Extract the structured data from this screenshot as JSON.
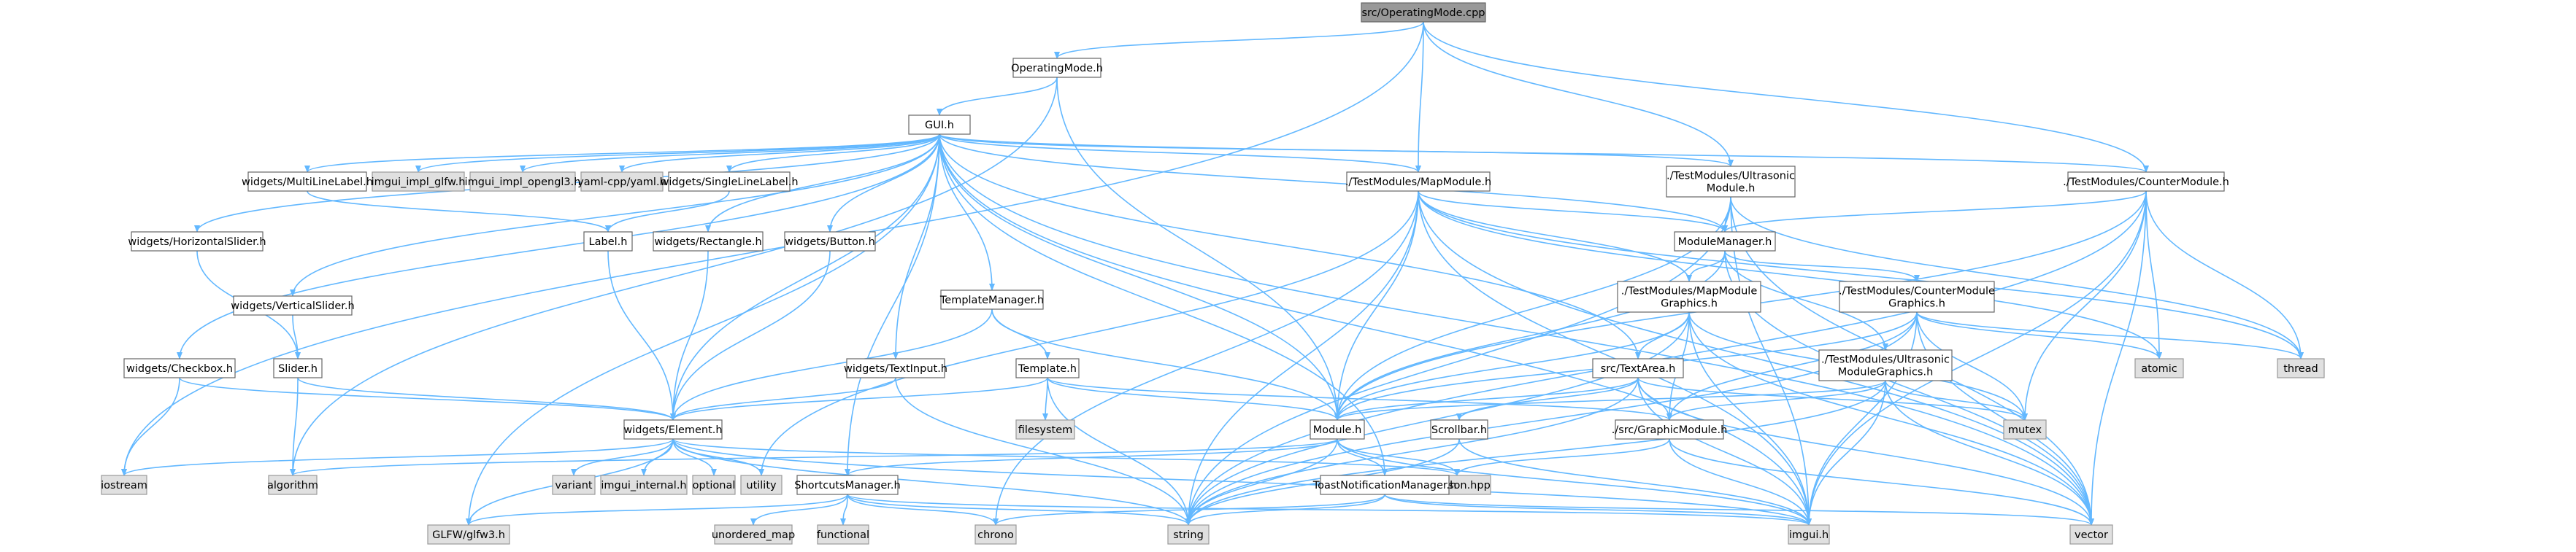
{
  "diagram": {
    "type": "include-dependency-graph",
    "colors": {
      "edge": "#63b8ff",
      "root_fill": "#999999",
      "local_fill": "#ffffff",
      "system_fill": "#e0e0e0",
      "border": "#666666"
    },
    "nodes": [
      {
        "id": "root",
        "label": "src/OperatingMode.cpp",
        "kind": "root"
      },
      {
        "id": "opmode",
        "label": "OperatingMode.h",
        "kind": "local"
      },
      {
        "id": "gui",
        "label": "GUI.h",
        "kind": "local"
      },
      {
        "id": "mlabel",
        "label": "widgets/MultiLineLabel.h",
        "kind": "local"
      },
      {
        "id": "glfwimpl",
        "label": "imgui_impl_glfw.h",
        "kind": "system"
      },
      {
        "id": "oglimpl",
        "label": "imgui_impl_opengl3.h",
        "kind": "system"
      },
      {
        "id": "yaml",
        "label": "yaml-cpp/yaml.h",
        "kind": "system"
      },
      {
        "id": "slabel",
        "label": "widgets/SingleLineLabel.h",
        "kind": "local"
      },
      {
        "id": "mapmod",
        "label": "./TestModules/MapModule.h",
        "kind": "local"
      },
      {
        "id": "ultramod",
        "label": "./TestModules/Ultrasonic\nModule.h",
        "kind": "local"
      },
      {
        "id": "countmod",
        "label": "./TestModules/CounterModule.h",
        "kind": "local"
      },
      {
        "id": "hslider",
        "label": "widgets/HorizontalSlider.h",
        "kind": "local"
      },
      {
        "id": "label",
        "label": "Label.h",
        "kind": "local"
      },
      {
        "id": "rect",
        "label": "widgets/Rectangle.h",
        "kind": "local"
      },
      {
        "id": "button",
        "label": "widgets/Button.h",
        "kind": "local"
      },
      {
        "id": "modmgr",
        "label": "ModuleManager.h",
        "kind": "local"
      },
      {
        "id": "vslider",
        "label": "widgets/VerticalSlider.h",
        "kind": "local"
      },
      {
        "id": "tplmgr",
        "label": "TemplateManager.h",
        "kind": "local"
      },
      {
        "id": "mapgfx",
        "label": "./TestModules/MapModule\nGraphics.h",
        "kind": "local"
      },
      {
        "id": "cntgfx",
        "label": "./TestModules/CounterModule\nGraphics.h",
        "kind": "local"
      },
      {
        "id": "checkbox",
        "label": "widgets/Checkbox.h",
        "kind": "local"
      },
      {
        "id": "slider",
        "label": "Slider.h",
        "kind": "local"
      },
      {
        "id": "textinput",
        "label": "widgets/TextInput.h",
        "kind": "local"
      },
      {
        "id": "template",
        "label": "Template.h",
        "kind": "local"
      },
      {
        "id": "textarea",
        "label": "src/TextArea.h",
        "kind": "local"
      },
      {
        "id": "ultragfx",
        "label": "./TestModules/Ultrasonic\nModuleGraphics.h",
        "kind": "local"
      },
      {
        "id": "atomic",
        "label": "atomic",
        "kind": "system"
      },
      {
        "id": "thread",
        "label": "thread",
        "kind": "system"
      },
      {
        "id": "element",
        "label": "widgets/Element.h",
        "kind": "local"
      },
      {
        "id": "filesystem",
        "label": "filesystem",
        "kind": "system"
      },
      {
        "id": "module",
        "label": "Module.h",
        "kind": "local"
      },
      {
        "id": "scrollbar",
        "label": "Scrollbar.h",
        "kind": "local"
      },
      {
        "id": "graphicmod",
        "label": "./src/GraphicModule.h",
        "kind": "local"
      },
      {
        "id": "mutex",
        "label": "mutex",
        "kind": "system"
      },
      {
        "id": "iostream",
        "label": "iostream",
        "kind": "system"
      },
      {
        "id": "algorithm",
        "label": "algorithm",
        "kind": "system"
      },
      {
        "id": "variant",
        "label": "variant",
        "kind": "system"
      },
      {
        "id": "imguiint",
        "label": "imgui_internal.h",
        "kind": "system"
      },
      {
        "id": "optional",
        "label": "optional",
        "kind": "system"
      },
      {
        "id": "utility",
        "label": "utility",
        "kind": "system"
      },
      {
        "id": "json",
        "label": "libs/json.hpp",
        "kind": "system"
      },
      {
        "id": "shortcuts",
        "label": "ShortcutsManager.h",
        "kind": "local"
      },
      {
        "id": "toast",
        "label": "ToastNotificationManager.h",
        "kind": "local"
      },
      {
        "id": "glfw3",
        "label": "GLFW/glfw3.h",
        "kind": "system"
      },
      {
        "id": "umap",
        "label": "unordered_map",
        "kind": "system"
      },
      {
        "id": "functional",
        "label": "functional",
        "kind": "system"
      },
      {
        "id": "chrono",
        "label": "chrono",
        "kind": "system"
      },
      {
        "id": "string",
        "label": "string",
        "kind": "system"
      },
      {
        "id": "imgui",
        "label": "imgui.h",
        "kind": "system"
      },
      {
        "id": "vector",
        "label": "vector",
        "kind": "system"
      }
    ],
    "edges": [
      [
        "root",
        "opmode"
      ],
      [
        "root",
        "mapmod"
      ],
      [
        "root",
        "ultramod"
      ],
      [
        "root",
        "countmod"
      ],
      [
        "root",
        "iostream"
      ],
      [
        "opmode",
        "gui"
      ],
      [
        "opmode",
        "module"
      ],
      [
        "opmode",
        "algorithm"
      ],
      [
        "gui",
        "mlabel"
      ],
      [
        "gui",
        "glfwimpl"
      ],
      [
        "gui",
        "oglimpl"
      ],
      [
        "gui",
        "yaml"
      ],
      [
        "gui",
        "slabel"
      ],
      [
        "gui",
        "mapmod"
      ],
      [
        "gui",
        "ultramod"
      ],
      [
        "gui",
        "countmod"
      ],
      [
        "gui",
        "hslider"
      ],
      [
        "gui",
        "rect"
      ],
      [
        "gui",
        "button"
      ],
      [
        "gui",
        "modmgr"
      ],
      [
        "gui",
        "vslider"
      ],
      [
        "gui",
        "tplmgr"
      ],
      [
        "gui",
        "checkbox"
      ],
      [
        "gui",
        "textinput"
      ],
      [
        "gui",
        "textarea"
      ],
      [
        "gui",
        "element"
      ],
      [
        "gui",
        "module"
      ],
      [
        "gui",
        "shortcuts"
      ],
      [
        "gui",
        "toast"
      ],
      [
        "gui",
        "glfw3"
      ],
      [
        "gui",
        "imgui"
      ],
      [
        "gui",
        "vector"
      ],
      [
        "mlabel",
        "label"
      ],
      [
        "slabel",
        "label"
      ],
      [
        "hslider",
        "slider"
      ],
      [
        "vslider",
        "slider"
      ],
      [
        "label",
        "element"
      ],
      [
        "rect",
        "element"
      ],
      [
        "button",
        "element"
      ],
      [
        "checkbox",
        "element"
      ],
      [
        "checkbox",
        "iostream"
      ],
      [
        "slider",
        "element"
      ],
      [
        "slider",
        "algorithm"
      ],
      [
        "textinput",
        "element"
      ],
      [
        "textinput",
        "string"
      ],
      [
        "tplmgr",
        "template"
      ],
      [
        "tplmgr",
        "element"
      ],
      [
        "tplmgr",
        "module"
      ],
      [
        "template",
        "element"
      ],
      [
        "template",
        "filesystem"
      ],
      [
        "template",
        "string"
      ],
      [
        "template",
        "graphicmod"
      ],
      [
        "template",
        "module"
      ],
      [
        "mapmod",
        "modmgr"
      ],
      [
        "mapmod",
        "module"
      ],
      [
        "mapmod",
        "mapgfx"
      ],
      [
        "mapmod",
        "utility"
      ],
      [
        "mapmod",
        "chrono"
      ],
      [
        "mapmod",
        "string"
      ],
      [
        "mapmod",
        "thread"
      ],
      [
        "mapmod",
        "atomic"
      ],
      [
        "mapmod",
        "imgui"
      ],
      [
        "mapmod",
        "vector"
      ],
      [
        "ultramod",
        "modmgr"
      ],
      [
        "ultramod",
        "module"
      ],
      [
        "ultramod",
        "thread"
      ],
      [
        "ultramod",
        "imgui"
      ],
      [
        "ultramod",
        "vector"
      ],
      [
        "ultramod",
        "string"
      ],
      [
        "countmod",
        "modmgr"
      ],
      [
        "countmod",
        "module"
      ],
      [
        "countmod",
        "atomic"
      ],
      [
        "countmod",
        "thread"
      ],
      [
        "countmod",
        "mutex"
      ],
      [
        "countmod",
        "imgui"
      ],
      [
        "countmod",
        "vector"
      ],
      [
        "countmod",
        "string"
      ],
      [
        "modmgr",
        "mapgfx"
      ],
      [
        "modmgr",
        "cntgfx"
      ],
      [
        "modmgr",
        "ultragfx"
      ],
      [
        "modmgr",
        "module"
      ],
      [
        "modmgr",
        "vector"
      ],
      [
        "mapgfx",
        "textarea"
      ],
      [
        "mapgfx",
        "graphicmod"
      ],
      [
        "mapgfx",
        "module"
      ],
      [
        "mapgfx",
        "mutex"
      ],
      [
        "mapgfx",
        "imgui"
      ],
      [
        "mapgfx",
        "vector"
      ],
      [
        "mapgfx",
        "string"
      ],
      [
        "cntgfx",
        "graphicmod"
      ],
      [
        "cntgfx",
        "module"
      ],
      [
        "cntgfx",
        "mutex"
      ],
      [
        "cntgfx",
        "atomic"
      ],
      [
        "cntgfx",
        "thread"
      ],
      [
        "cntgfx",
        "imgui"
      ],
      [
        "cntgfx",
        "vector"
      ],
      [
        "cntgfx",
        "string"
      ],
      [
        "ultragfx",
        "graphicmod"
      ],
      [
        "ultragfx",
        "module"
      ],
      [
        "ultragfx",
        "mutex"
      ],
      [
        "ultragfx",
        "imgui"
      ],
      [
        "ultragfx",
        "vector"
      ],
      [
        "ultragfx",
        "string"
      ],
      [
        "textarea",
        "module"
      ],
      [
        "textarea",
        "scrollbar"
      ],
      [
        "textarea",
        "graphicmod"
      ],
      [
        "textarea",
        "mutex"
      ],
      [
        "textarea",
        "imgui"
      ],
      [
        "textarea",
        "vector"
      ],
      [
        "textarea",
        "string"
      ],
      [
        "element",
        "glfw3"
      ],
      [
        "element",
        "variant"
      ],
      [
        "element",
        "imguiint"
      ],
      [
        "element",
        "optional"
      ],
      [
        "element",
        "utility"
      ],
      [
        "element",
        "json"
      ],
      [
        "element",
        "imgui"
      ],
      [
        "element",
        "string"
      ],
      [
        "element",
        "iostream"
      ],
      [
        "module",
        "shortcuts"
      ],
      [
        "module",
        "toast"
      ],
      [
        "module",
        "json"
      ],
      [
        "module",
        "imgui"
      ],
      [
        "module",
        "string"
      ],
      [
        "module",
        "algorithm"
      ],
      [
        "scrollbar",
        "imgui"
      ],
      [
        "scrollbar",
        "string"
      ],
      [
        "graphicmod",
        "imgui"
      ],
      [
        "graphicmod",
        "json"
      ],
      [
        "graphicmod",
        "vector"
      ],
      [
        "shortcuts",
        "umap"
      ],
      [
        "shortcuts",
        "functional"
      ],
      [
        "shortcuts",
        "chrono"
      ],
      [
        "shortcuts",
        "string"
      ],
      [
        "shortcuts",
        "glfw3"
      ],
      [
        "shortcuts",
        "imgui"
      ],
      [
        "toast",
        "chrono"
      ],
      [
        "toast",
        "string"
      ],
      [
        "toast",
        "imgui"
      ],
      [
        "toast",
        "vector"
      ]
    ]
  }
}
